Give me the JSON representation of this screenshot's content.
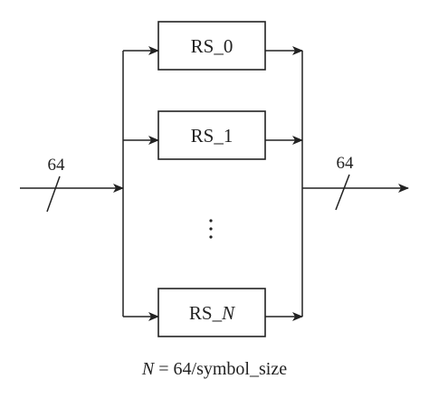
{
  "blocks": [
    {
      "prefix": "RS_",
      "suffix": "0",
      "suffix_italic": false
    },
    {
      "prefix": "RS_",
      "suffix": "1",
      "suffix_italic": false
    },
    {
      "prefix": "RS_",
      "suffix": "N",
      "suffix_italic": true
    }
  ],
  "input_bus_width": "64",
  "output_bus_width": "64",
  "formula": {
    "variable": "N",
    "expression": " = 64/symbol_size"
  },
  "colors": {
    "stroke": "#222222",
    "background": "#ffffff"
  }
}
